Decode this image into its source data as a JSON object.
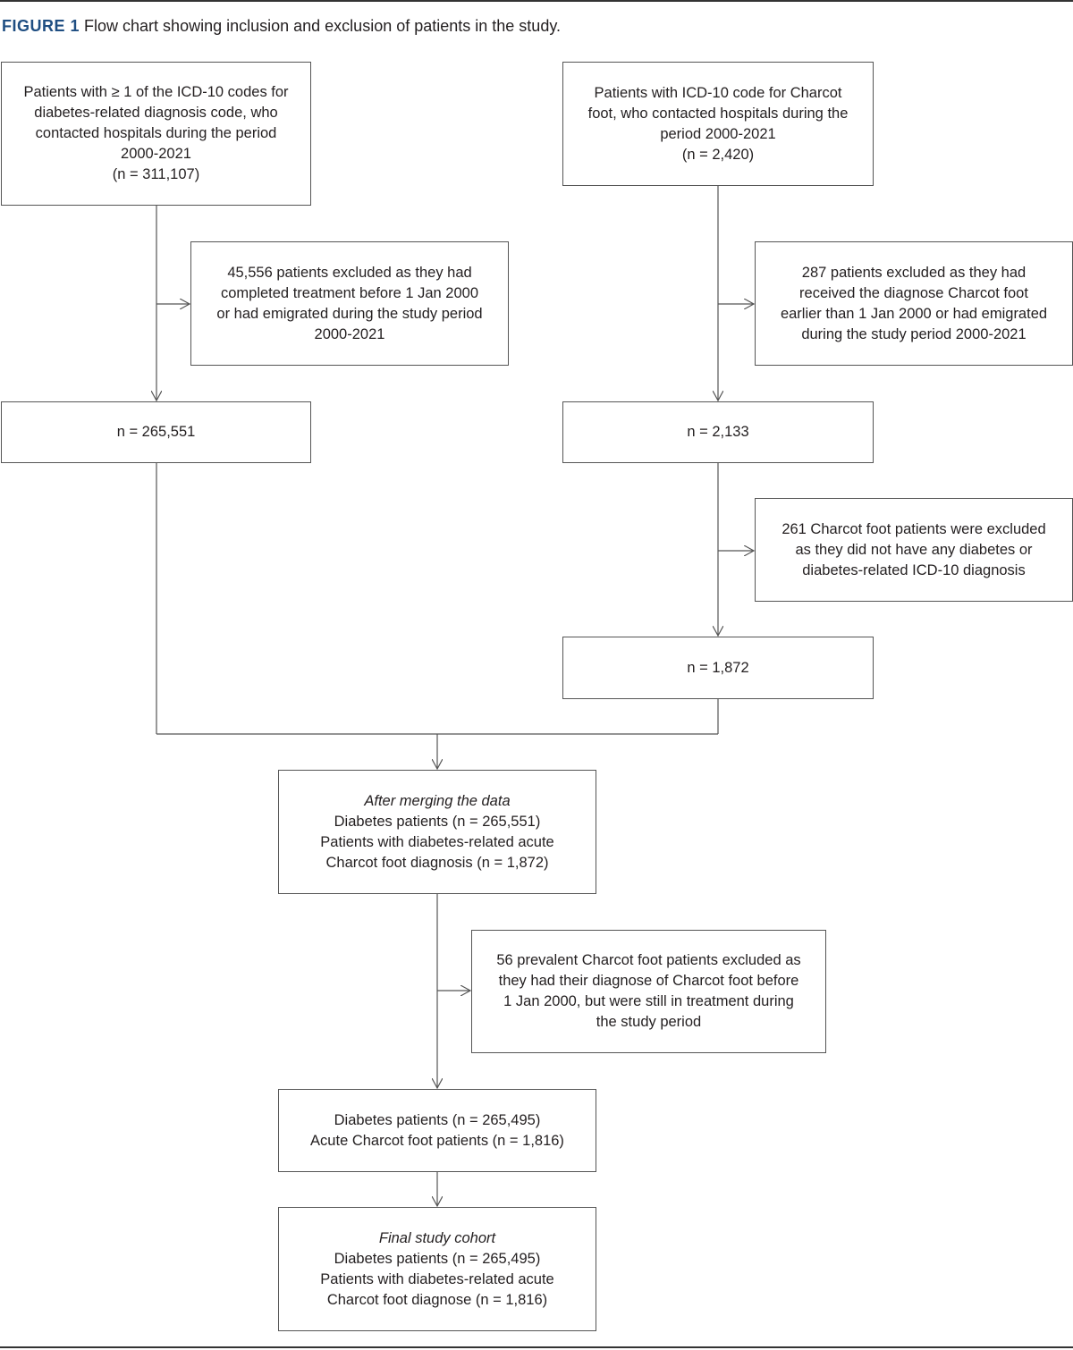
{
  "caption": {
    "label": "FIGURE 1",
    "text": "Flow chart showing inclusion and exclusion of patients in the study."
  },
  "boxes": {
    "diabetes_start": {
      "lines": [
        "Patients with ≥ 1 of the ICD-10 codes for",
        "diabetes-related diagnosis code, who",
        "contacted hospitals during the period",
        "2000-2021",
        "(n = 311,107)"
      ]
    },
    "charcot_start": {
      "lines": [
        "Patients with ICD-10 code for Charcot",
        "foot, who contacted hospitals during the",
        "period 2000-2021",
        "(n = 2,420)"
      ]
    },
    "exclusion_diabetes": {
      "lines": [
        "45,556 patients excluded as they had",
        "completed treatment before 1 Jan 2000",
        "or had emigrated during the study period",
        "2000-2021"
      ]
    },
    "exclusion_charcot_1": {
      "lines": [
        "287 patients excluded as they had",
        "received the diagnose Charcot foot",
        "earlier than 1 Jan 2000 or had emigrated",
        "during the study period 2000-2021"
      ]
    },
    "diabetes_n": {
      "lines": [
        "n = 265,551"
      ]
    },
    "charcot_n1": {
      "lines": [
        "n = 2,133"
      ]
    },
    "exclusion_charcot_2": {
      "lines": [
        "261 Charcot foot patients were excluded",
        "as they did not have any diabetes or",
        "diabetes-related ICD-10 diagnosis"
      ]
    },
    "charcot_n2": {
      "lines": [
        "n = 1,872"
      ]
    },
    "merged": {
      "lines": [
        "After merging the data",
        "Diabetes patients  (n = 265,551)",
        "Patients with  diabetes-related acute",
        "Charcot foot diagnosis (n = 1,872)"
      ]
    },
    "exclusion_prevalent": {
      "lines": [
        "56 prevalent Charcot foot patients excluded as",
        "they had their diagnose of Charcot foot before",
        "1 Jan 2000, but were still in treatment during",
        "the study period"
      ]
    },
    "after_exclusion": {
      "lines": [
        "Diabetes patients (n = 265,495)",
        "Acute Charcot foot patients (n = 1,816)"
      ]
    },
    "final_cohort": {
      "lines": [
        "Final study cohort",
        "Diabetes patients (n = 265,495)",
        "Patients with  diabetes-related acute",
        "Charcot foot diagnose (n = 1,816)"
      ]
    }
  }
}
